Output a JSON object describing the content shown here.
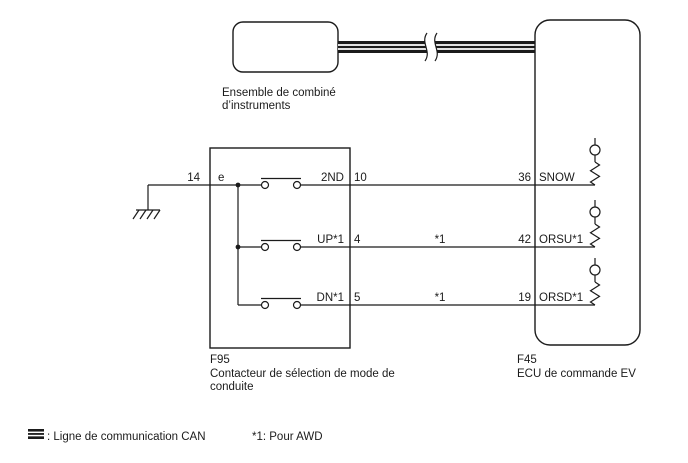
{
  "diagram": {
    "instrument_cluster": {
      "label_line1": "Ensemble de combiné",
      "label_line2": "d’instruments"
    },
    "switch_connector": {
      "pin": "14",
      "letter": "e"
    },
    "switch_box": {
      "code": "F95",
      "label_line1": "Contacteur de sélection de mode de",
      "label_line2": "conduite",
      "rows": [
        {
          "switch_label": "2ND",
          "switch_pin": "10",
          "wire_note": "",
          "ecu_pin": "36",
          "ecu_signal": "SNOW"
        },
        {
          "switch_label": "UP*1",
          "switch_pin": "4",
          "wire_note": "*1",
          "ecu_pin": "42",
          "ecu_signal": "ORSU*1"
        },
        {
          "switch_label": "DN*1",
          "switch_pin": "5",
          "wire_note": "*1",
          "ecu_pin": "19",
          "ecu_signal": "ORSD*1"
        }
      ]
    },
    "ecu_box": {
      "code": "F45",
      "label": "ECU de commande EV"
    },
    "legend": {
      "can_line_label": ": Ligne de communication CAN",
      "awd_note": "*1: Pour AWD"
    }
  }
}
